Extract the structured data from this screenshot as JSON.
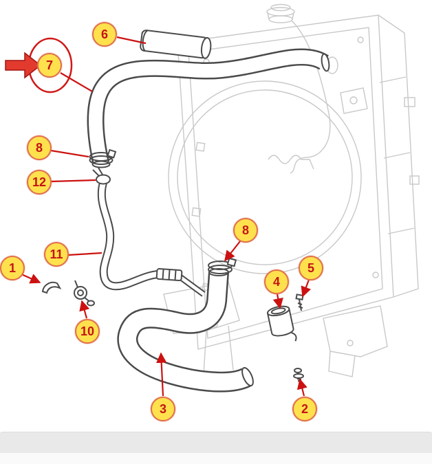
{
  "diagram": {
    "name": "radiator-hose-parts-diagram",
    "colors": {
      "balloon_fill": "#FFE14D",
      "balloon_border": "#E0704A",
      "number_color": "#C41414",
      "leader_color": "#CC1111",
      "annotation_red": "#D01818",
      "pointer_fill": "#E23B2E",
      "drawing_light": "#C8C8C8",
      "drawing_dark": "#4A4A4A"
    },
    "callouts": [
      {
        "label": "6"
      },
      {
        "label": "7"
      },
      {
        "label": "8"
      },
      {
        "label": "12"
      },
      {
        "label": "11"
      },
      {
        "label": "1"
      },
      {
        "label": "10"
      },
      {
        "label": "3"
      },
      {
        "label": "8"
      },
      {
        "label": "4"
      },
      {
        "label": "5"
      },
      {
        "label": "2"
      }
    ],
    "annotations": {
      "highlighted_callout": "7",
      "highlight_shape": "ellipse",
      "pointer_shape": "block-arrow-right"
    }
  }
}
